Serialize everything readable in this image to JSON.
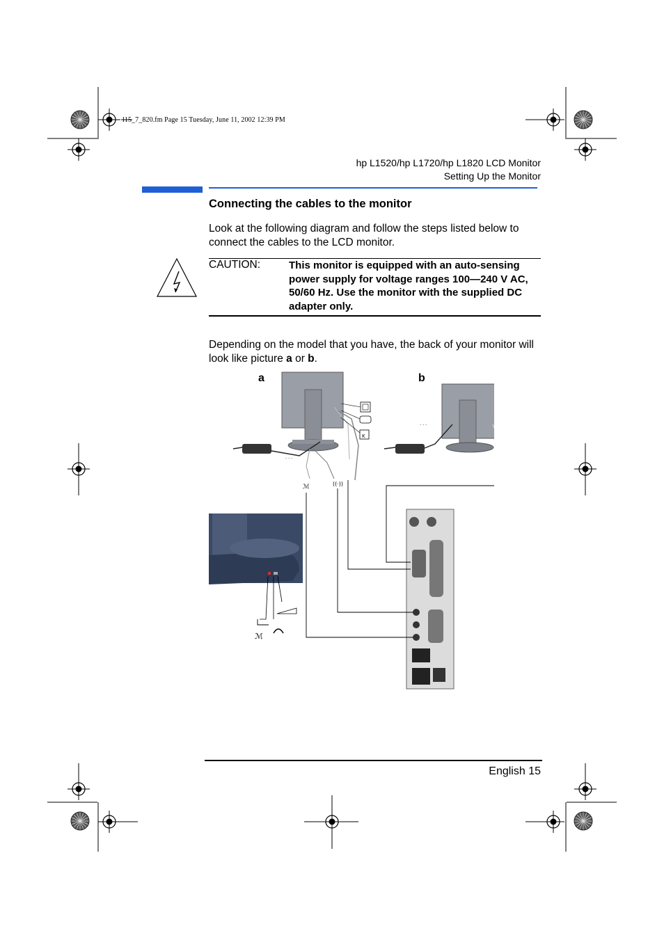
{
  "slug": "l15_7_820.fm  Page 15  Tuesday, June 11, 2002  12:39 PM",
  "header": {
    "line1": "hp L1520/hp L1720/hp L1820 LCD Monitor",
    "line2": "Setting Up the Monitor"
  },
  "section": {
    "title": "Connecting the cables to the monitor",
    "intro": "Look at the following diagram and follow the steps listed below to connect the cables to the LCD monitor."
  },
  "caution": {
    "label": "CAUTION:",
    "text": "This monitor is equipped with an auto-sensing power supply for voltage ranges 100—240 V AC, 50/60 Hz. Use the monitor with the supplied DC adapter only.",
    "icon": "electrical-hazard-icon"
  },
  "paragraph": {
    "before": "Depending on the model that you have, the back of your monitor will look like picture ",
    "a": "a",
    "or": " or ",
    "b": "b",
    "end": "."
  },
  "figure": {
    "label_a": "a",
    "label_b": "b",
    "port_letter": "K"
  },
  "footer": {
    "page": "English 15"
  },
  "colors": {
    "accent_blue": "#1f5fd6",
    "monitor_gray": "#9a9ea6",
    "stand_navy": "#3a4a66",
    "pc_panel": "#dcdcdc"
  }
}
